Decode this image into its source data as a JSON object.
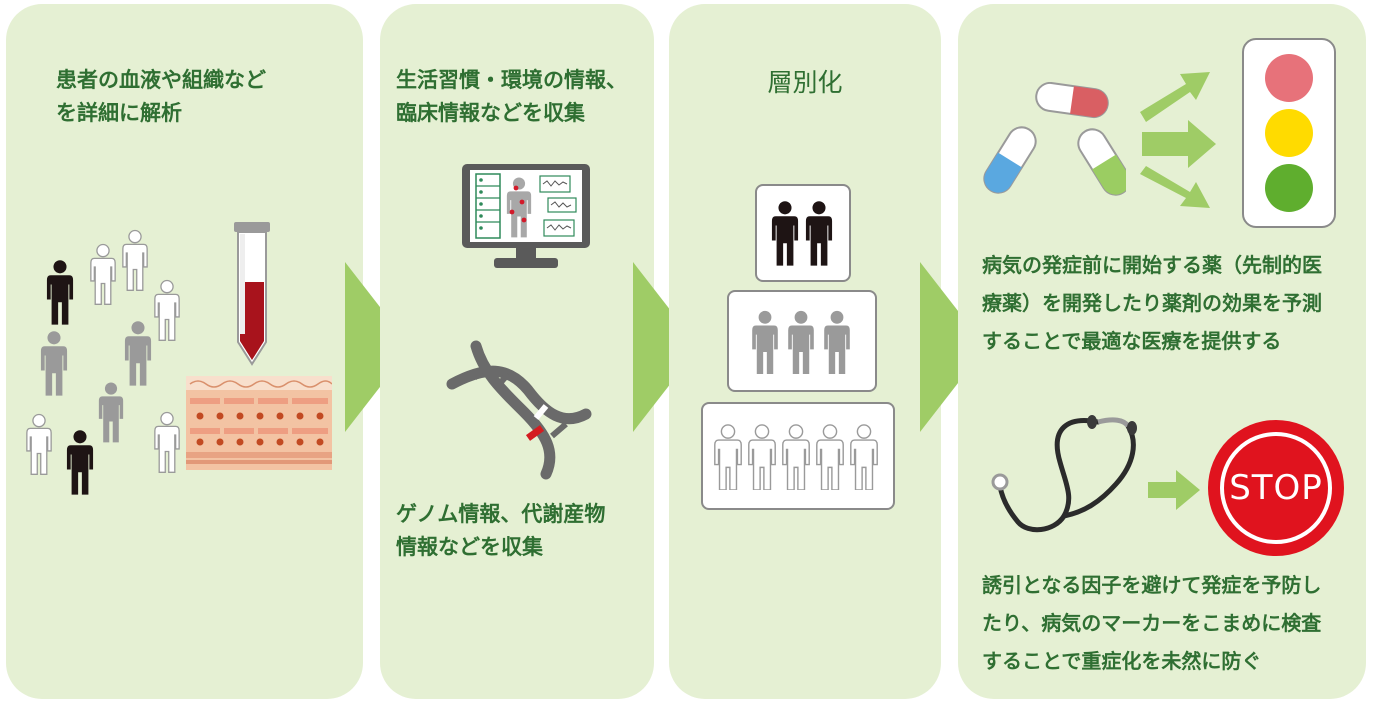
{
  "steps": [
    {
      "lines": [
        "患者の血液や組織など",
        "を詳細に解析"
      ]
    },
    {
      "top_lines": [
        "生活習慣・環境の情報、",
        "臨床情報などを収集"
      ],
      "bottom_lines": [
        "ゲノム情報、代謝産物",
        "情報などを収集"
      ]
    },
    {
      "title": "層別化"
    },
    {
      "top_lines": [
        "病気の発症前に開始する薬（先制的医",
        "療薬）を開発したり薬剤の効果を予測",
        "することで最適な医療を提供する"
      ],
      "stop_label": "STOP",
      "bottom_lines": [
        "誘引となる因子を避けて発症を予防し",
        "たり、病気のマーカーをこまめに検査",
        "することで重症化を未然に防ぐ"
      ]
    }
  ],
  "colors": {
    "panel_bg": "#e5f0d3",
    "arrow": "#9fcc66",
    "text": "#2f6f32",
    "signal_red": "#e7727a",
    "signal_yellow": "#ffdb00",
    "signal_green": "#5fae2e",
    "stop_red": "#e0131e"
  }
}
